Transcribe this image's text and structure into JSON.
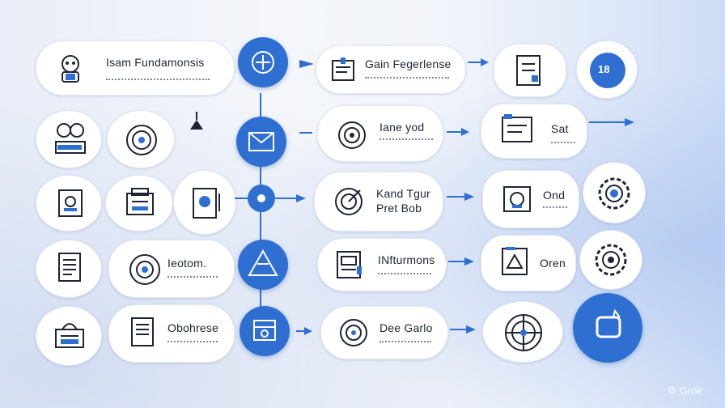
{
  "nodes": {
    "r1_title": "Isam Fundamonsis",
    "r1_mid_title": "Gain Fegerlense",
    "r1_badge": "18",
    "r2_mid_title": "Iane yod",
    "r2_right_title": "Sat",
    "r3_mid_title_line1": "Kand Tgur",
    "r3_mid_title_line2": "Pret Bob",
    "r3_right_title": "Ond",
    "r4_left_title": "Ieotom.",
    "r4_mid_title": "INfturmons",
    "r4_right_title": "Oren",
    "r5_left_title": "Obohrese",
    "r5_mid_title": "Dee Garlo"
  },
  "watermark": {
    "label": "Grok"
  },
  "colors": {
    "accent": "#2f6fd1",
    "text": "#1e2433",
    "background": "#eef2fa"
  },
  "icons": [
    "robot-icon",
    "plus-icon",
    "document-icon",
    "mail-icon",
    "target-icon",
    "book-icon",
    "gear-icon",
    "alert-icon",
    "camera-icon",
    "chat-icon"
  ]
}
